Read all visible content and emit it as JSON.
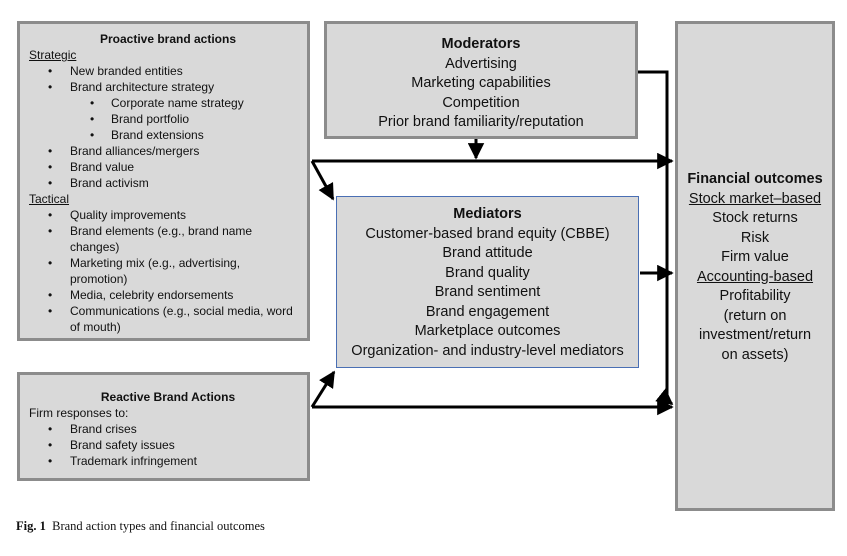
{
  "proactive": {
    "title": "Proactive brand actions",
    "strategic_label": "Strategic",
    "strategic_items": [
      {
        "text": "New branded entities",
        "level": 1
      },
      {
        "text": "Brand architecture strategy",
        "level": 1
      },
      {
        "text": "Corporate name strategy",
        "level": 2
      },
      {
        "text": "Brand portfolio",
        "level": 2
      },
      {
        "text": "Brand extensions",
        "level": 2
      },
      {
        "text": "Brand alliances/mergers",
        "level": 1
      },
      {
        "text": "Brand value",
        "level": 1
      },
      {
        "text": "Brand activism",
        "level": 1
      }
    ],
    "tactical_label": "Tactical",
    "tactical_items": [
      "Quality improvements",
      "Brand elements (e.g., brand name changes)",
      "Marketing mix (e.g., advertising, promotion)",
      "Media, celebrity endorsements",
      "Communications (e.g., social media, word of mouth)"
    ]
  },
  "reactive": {
    "title": "Reactive Brand Actions",
    "intro": "Firm responses to:",
    "items": [
      "Brand crises",
      "Brand safety issues",
      "Trademark infringement"
    ]
  },
  "moderators": {
    "title": "Moderators",
    "items": [
      "Advertising",
      "Marketing capabilities",
      "Competition",
      "Prior brand familiarity/reputation"
    ]
  },
  "mediators": {
    "title": "Mediators",
    "items": [
      "Customer-based brand equity (CBBE)",
      "Brand attitude",
      "Brand quality",
      "Brand sentiment",
      "Brand engagement",
      "Marketplace outcomes",
      "Organization- and industry-level mediators"
    ]
  },
  "financial": {
    "title": "Financial outcomes",
    "stock_label": "Stock market–based",
    "stock_items": [
      "Stock returns",
      "Risk",
      "Firm value"
    ],
    "accounting_label": "Accounting-based",
    "accounting_items": [
      "Profitability",
      "(return on investment/return on assets)"
    ]
  },
  "caption": {
    "label": "Fig. 1",
    "text": "Brand action types and financial outcomes"
  },
  "colors": {
    "box_fill": "#d9d9d9",
    "box_border": "#8c8c8c",
    "mediator_border": "#4a6fb4",
    "arrow": "#000000"
  }
}
